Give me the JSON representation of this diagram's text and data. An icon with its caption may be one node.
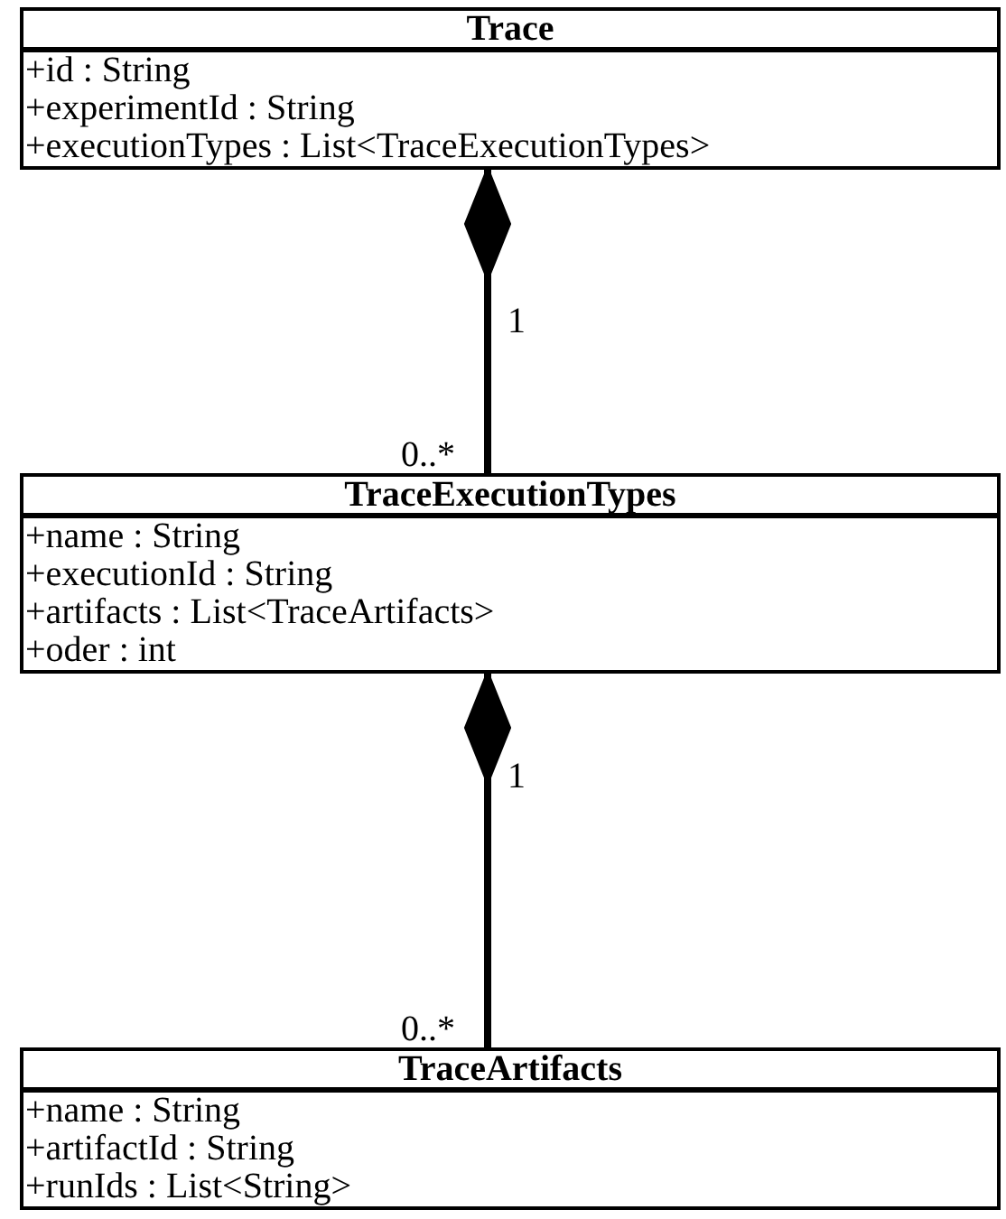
{
  "diagram": {
    "nodes": [
      {
        "text": [
          "Trace",
          "+id : String",
          "+experimentId : String",
          "+executionTypes : List<TraceExecutionTypes>"
        ]
      },
      {
        "text": [
          "TraceExecutionTypes",
          "+name : String",
          "+executionId : String",
          "+artifacts : List<TraceArtifacts>",
          "+oder : int"
        ]
      },
      {
        "text": [
          "TraceArtifacts",
          "+name : String",
          "+artifactId : String",
          "+runIds : List<String>"
        ]
      }
    ],
    "edges": [
      {
        "from": 0,
        "to": 1,
        "arrow": "other"
      },
      {
        "from": 1,
        "to": 2,
        "arrow": "other"
      }
    ],
    "labels": [
      "1",
      "0..*",
      "1",
      "0..*"
    ]
  }
}
